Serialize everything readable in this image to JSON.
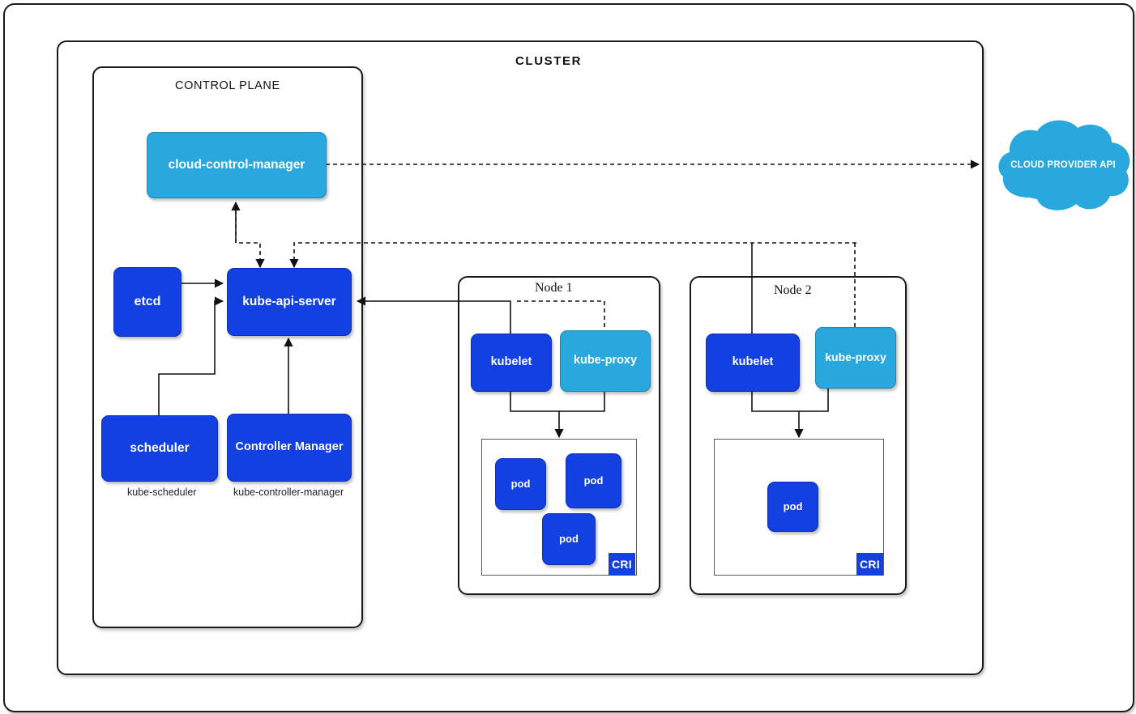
{
  "diagram": {
    "title": "CLUSTER",
    "control_plane_label": "CONTROL PLANE",
    "colors": {
      "dark_blue": "#1340E0",
      "light_blue": "#29A8DE",
      "border": "#1a1a1a",
      "inner_border": "#5a5a5a",
      "text_on_fill": "#ffffff",
      "page_background": "#ffffff"
    },
    "control_plane": {
      "components": [
        {
          "id": "cloud-control-manager",
          "label": "cloud-control-manager",
          "fill": "light"
        },
        {
          "id": "etcd",
          "label": "etcd",
          "fill": "dark"
        },
        {
          "id": "kube-api-server",
          "label": "kube-api-server",
          "fill": "dark"
        },
        {
          "id": "scheduler",
          "label": "scheduler",
          "fill": "dark",
          "caption": "kube-scheduler"
        },
        {
          "id": "controller-manager",
          "label": "Controller Manager",
          "fill": "dark",
          "caption": "kube-controller-manager"
        }
      ]
    },
    "nodes": [
      {
        "id": "node-1",
        "name": "Node 1",
        "kubelet_label": "kubelet",
        "kube_proxy_label": "kube-proxy",
        "cri_label": "CRI",
        "pods": [
          {
            "label": "pod"
          },
          {
            "label": "pod"
          },
          {
            "label": "pod"
          }
        ]
      },
      {
        "id": "node-2",
        "name": "Node 2",
        "kubelet_label": "kubelet",
        "kube_proxy_label": "kube-proxy",
        "cri_label": "CRI",
        "pods": [
          {
            "label": "pod"
          }
        ]
      }
    ],
    "external": {
      "cloud_provider_label": "CLOUD PROVIDER API",
      "shape": "cloud-icon"
    }
  }
}
